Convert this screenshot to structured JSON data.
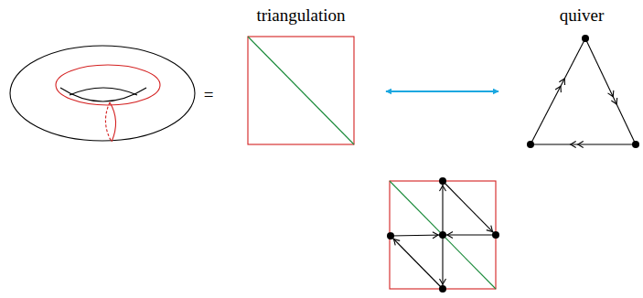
{
  "diagram": {
    "nodes": [
      {
        "text": [
          "triangulation"
        ]
      },
      {
        "text": [
          "quiver"
        ]
      }
    ],
    "edges": [
      {
        "from": 0,
        "to": 1,
        "arrow": "both"
      }
    ],
    "labels": [
      "="
    ]
  }
}
